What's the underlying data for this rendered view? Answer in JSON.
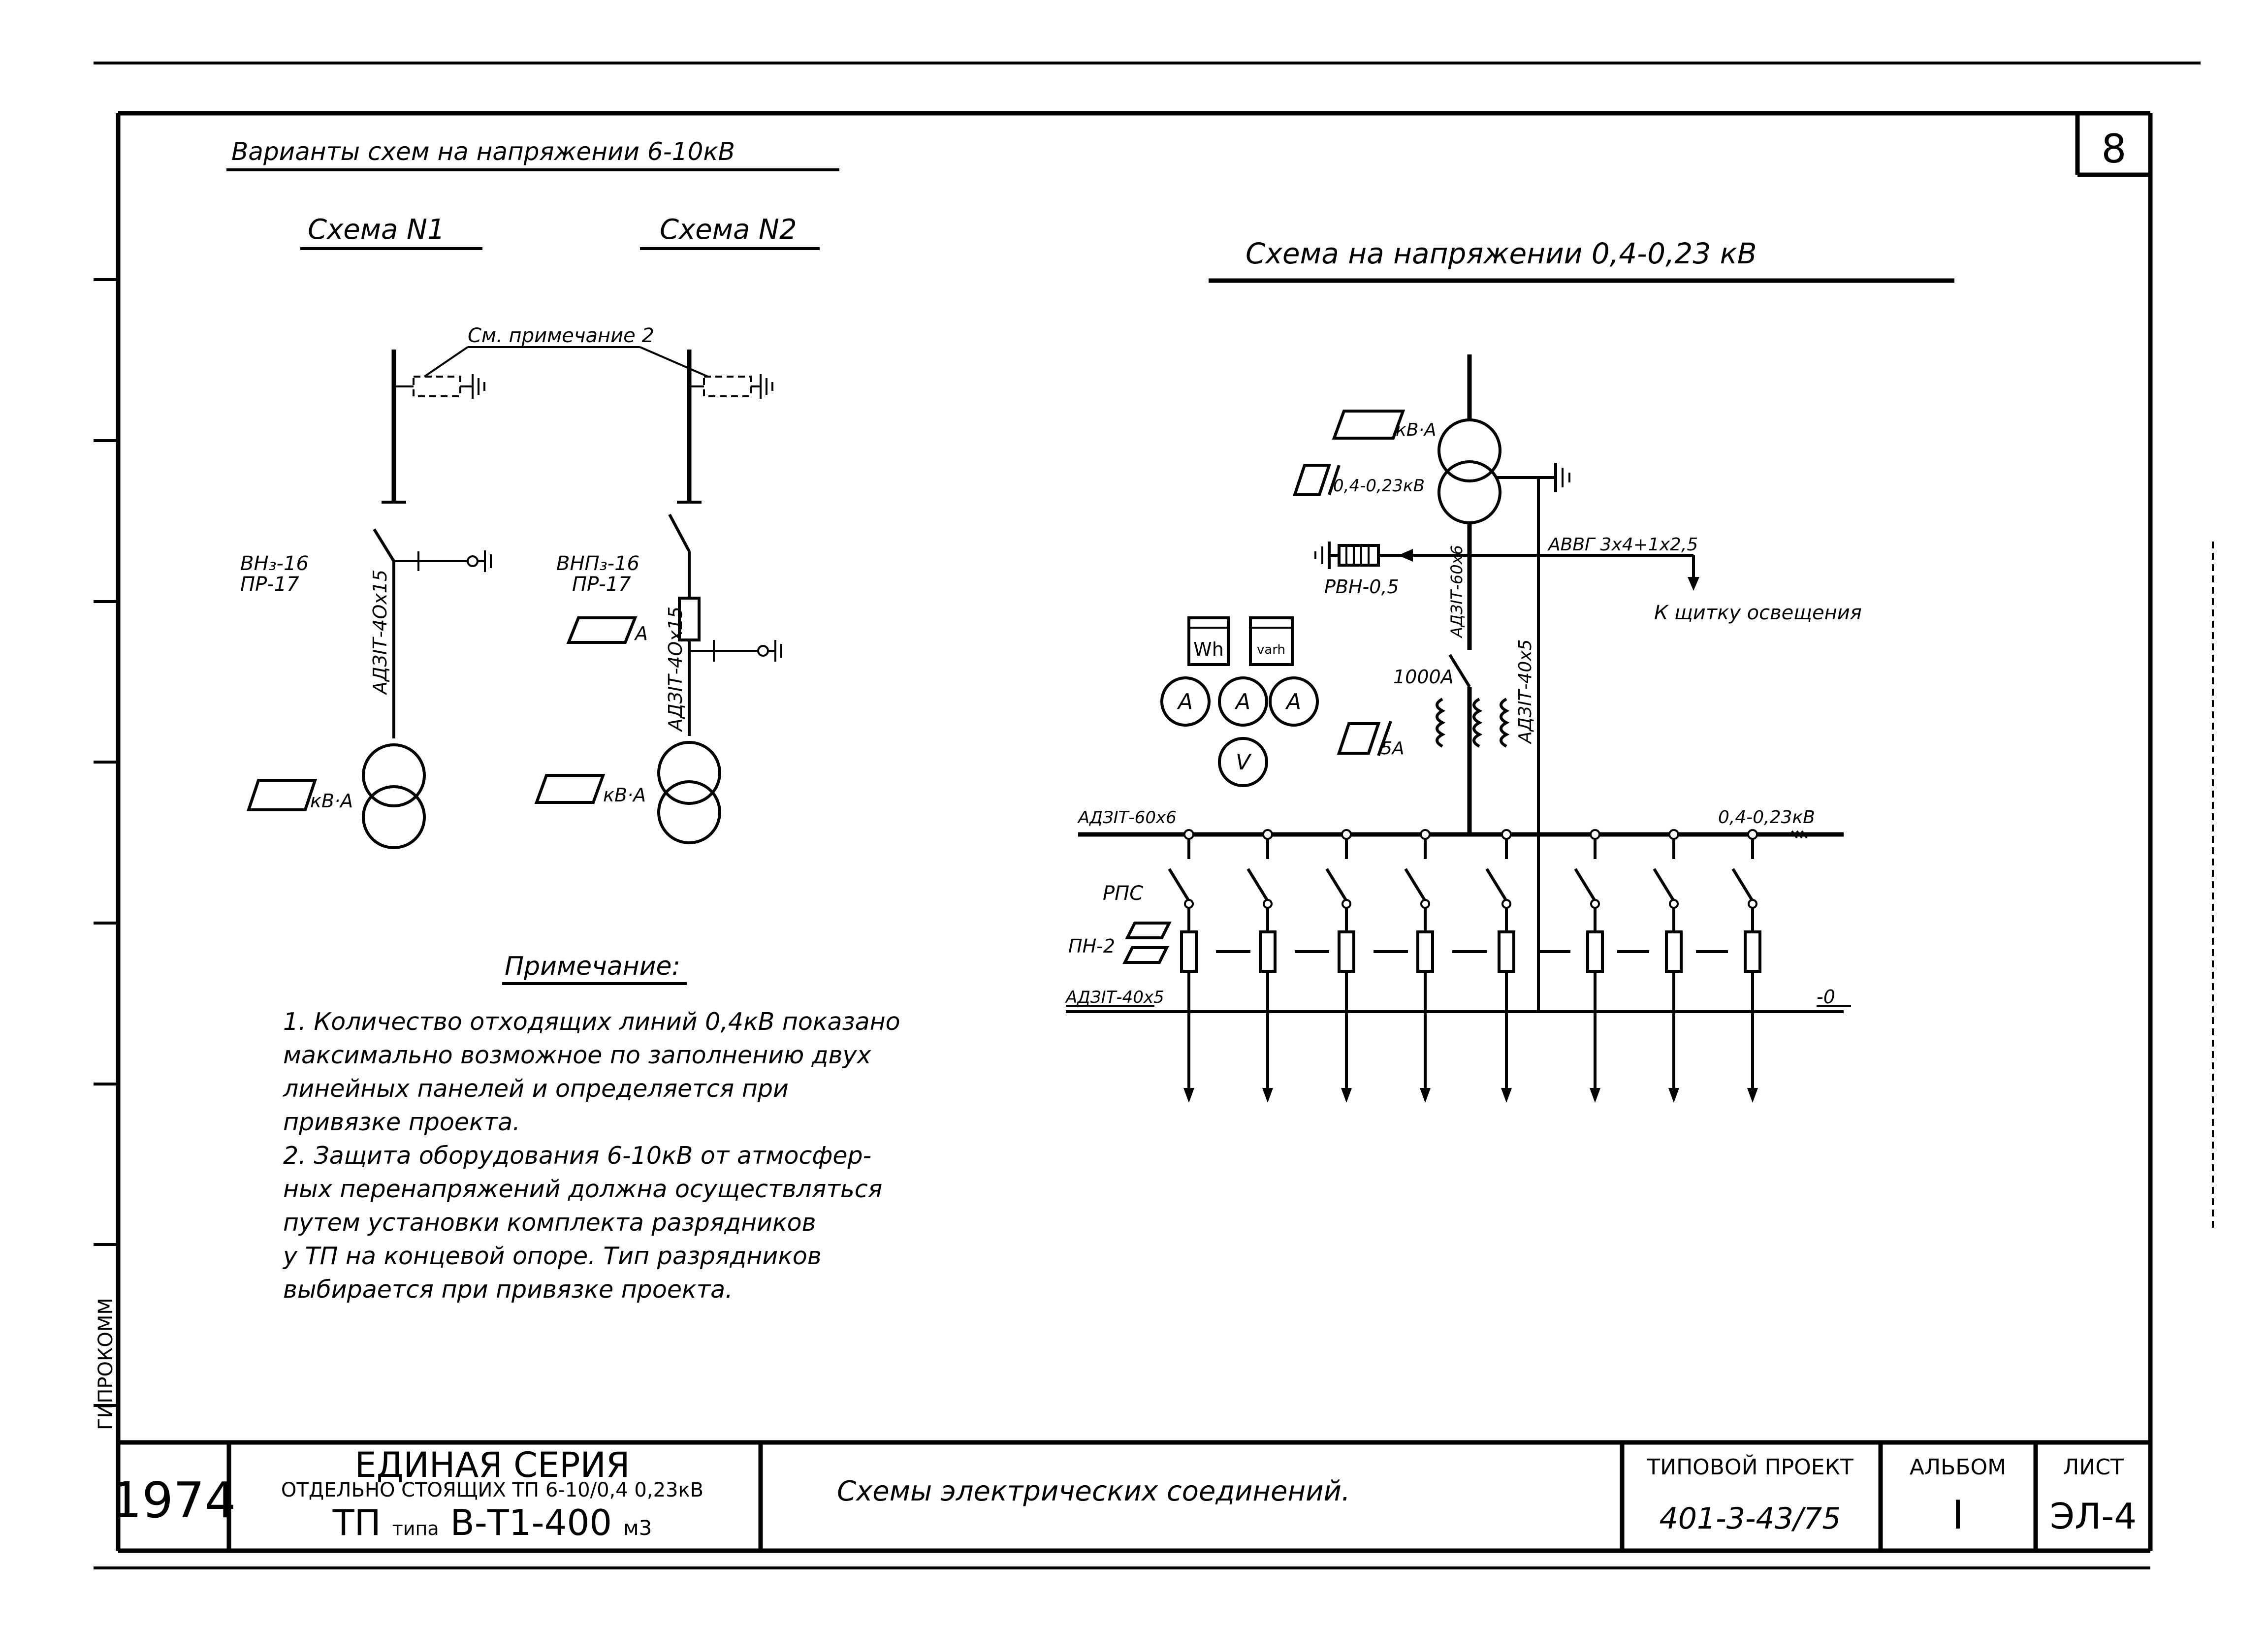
{
  "sheet_number": "8",
  "section_title": "Варианты схем на напряжении 6-10кВ",
  "scheme1": {
    "title": "Схема N1",
    "switch_label_1": "ВН₃-16",
    "switch_label_2": "ПР-17",
    "cable": "АДЗIТ-4Ох15",
    "transformer_box": "кВ·А"
  },
  "scheme2": {
    "title": "Схема N2",
    "switch_label_1": "ВНП₃-16",
    "switch_label_2": "ПР-17",
    "fuse_box": "А",
    "cable": "АДЗIТ-4Ох15",
    "transformer_box": "кВ·А"
  },
  "note_ref": "См. примечание 2",
  "lv_title": "Схема на напряжении 0,4-0,23 кВ",
  "lv": {
    "transformer_power": "кВ·А",
    "transformer_voltage": "0,4-0,23кВ",
    "arrester": "РВН-0,5",
    "cable_to_lighting": "АВВГ 3х4+1х2,5",
    "lighting_text": "К щитку освещения",
    "neutral_cable": "АДЗIТ-40х5",
    "main_cable": "АДЗIТ-60х6",
    "breaker_rating": "1000А",
    "ct_ratio": "5А",
    "meter_wh": "Wh",
    "meter_varh": "varh",
    "ammeter": "А",
    "voltmeter": "V",
    "bus_left_label": "АДЗIТ-60х6",
    "bus_right_label": "0,4-0,23кВ",
    "rps": "РПС",
    "pn": "ПН-2",
    "neutral_bus_label": "АДЗIТ-40х5",
    "zero_label": "-0"
  },
  "notes": {
    "title": "Примечание:",
    "lines": [
      "1. Количество отходящих линий 0,4кВ показано",
      "максимально возможное по заполнению двух",
      "линейных панелей и определяется при",
      "привязке проекта.",
      "2. Защита оборудования 6-10кВ от атмосфер-",
      "ных перенапряжений должна осуществляться",
      "путем установки комплекта разрядников",
      "у ТП на концевой опоре. Тип разрядников",
      "выбирается при привязке проекта."
    ]
  },
  "title_block": {
    "year": "1974",
    "series_title": "ЕДИНАЯ СЕРИЯ",
    "series_sub": "ОТДЕЛЬНО СТОЯЩИХ ТП 6-10/0,4 0,23кВ",
    "tp_type_prefix": "ТП",
    "tp_type_word": "типа",
    "tp_type_code": "В-Т1-400",
    "tp_type_suffix": "м3",
    "drawing_title": "Схемы электрических соединений.",
    "project_label": "ТИПОВОЙ ПРОЕКТ",
    "project_number": "401-3-43/75",
    "album_label": "АЛЬБОМ",
    "album_value": "I",
    "sheet_label": "ЛИСТ",
    "sheet_value": "ЭЛ-4"
  },
  "side_stamp": "ГИПРОКОММ"
}
